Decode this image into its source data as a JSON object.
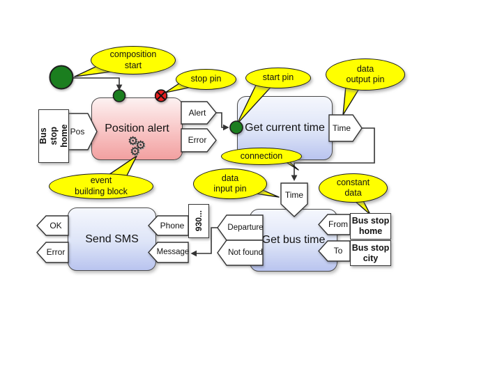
{
  "colors": {
    "event_block_top": "#fdf1f1",
    "event_block_bottom": "#f2a0a0",
    "service_block_top": "#f5f7fd",
    "service_block_bottom": "#b9c4ef",
    "callout_fill": "#ffff00",
    "start_pin_green": "#1b7e1f",
    "stop_pin_red": "#e81f1f",
    "pin_fill": "#ffffff",
    "line": "#333333"
  },
  "blocks": {
    "position_alert": {
      "label": "Position alert"
    },
    "get_current_time": {
      "label": "Get current time"
    },
    "send_sms": {
      "label": "Send SMS"
    },
    "get_bus_time": {
      "label": "Get bus time"
    }
  },
  "pins": {
    "pos": {
      "label": "Pos"
    },
    "alert": {
      "label": "Alert"
    },
    "error_position_alert": {
      "label": "Error"
    },
    "time_out": {
      "label": "Time"
    },
    "time_in": {
      "label": "Time"
    },
    "departure": {
      "label": "Departure"
    },
    "not_found": {
      "label": "Not found"
    },
    "from": {
      "label": "From"
    },
    "to": {
      "label": "To"
    },
    "ok": {
      "label": "OK"
    },
    "error_send_sms": {
      "label": "Error"
    },
    "phone": {
      "label": "Phone"
    },
    "message": {
      "label": "Message"
    }
  },
  "constants": {
    "bus_stop_home_vertical": {
      "line1": "Bus stop",
      "line2": "home"
    },
    "phone_number": {
      "text": "930..."
    },
    "bus_stop_home": {
      "line1": "Bus stop",
      "line2": "home"
    },
    "bus_stop_city": {
      "line1": "Bus stop",
      "line2": "city"
    }
  },
  "callouts": {
    "composition_start": {
      "line1": "composition",
      "line2": "start"
    },
    "stop_pin": {
      "line1": "stop pin"
    },
    "start_pin": {
      "line1": "start pin"
    },
    "data_output_pin": {
      "line1": "data",
      "line2": "output pin"
    },
    "connection": {
      "line1": "connection"
    },
    "data_input_pin": {
      "line1": "data",
      "line2": "input pin"
    },
    "constant_data": {
      "line1": "constant",
      "line2": "data"
    },
    "event_building_block": {
      "line1": "event",
      "line2": "building block"
    }
  },
  "icons": {
    "gear": "⚙"
  }
}
